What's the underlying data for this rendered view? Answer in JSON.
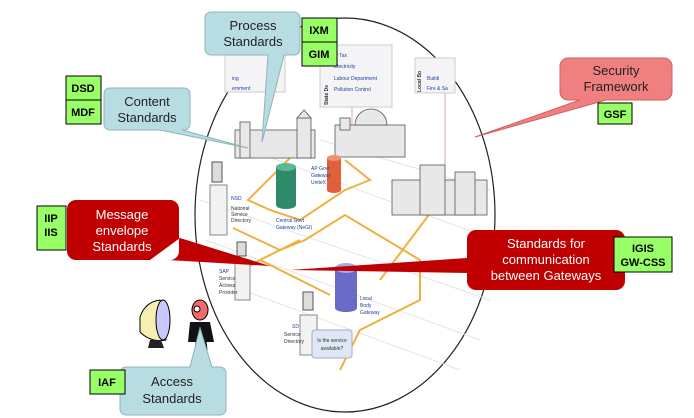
{
  "callouts": {
    "process": {
      "line1": "Process",
      "line2": "Standards",
      "tags": [
        "IXM",
        "GIM"
      ]
    },
    "content": {
      "line1": "Content",
      "line2": "Standards",
      "tags": [
        "DSD",
        "MDF"
      ]
    },
    "message": {
      "line1": "Message",
      "line2": "envelope",
      "line3": "Standards",
      "tags": [
        "IIP",
        "IIS"
      ]
    },
    "security": {
      "line1": "Security",
      "line2": "Framework",
      "tags": [
        "GSF"
      ]
    },
    "gateways": {
      "line1": "Standards for",
      "line2": "communication",
      "line3": "between Gateways",
      "tags": [
        "IGIS",
        "GW-CSS"
      ]
    },
    "access": {
      "line1": "Access",
      "line2": "Standards",
      "tags": [
        "IAF"
      ]
    }
  },
  "illustration": {
    "state_dept_header": "State De",
    "state_dept_items": [
      "ty Tax",
      "Electricity",
      "Labour Department",
      "Pollution Control"
    ],
    "local_body_header": "Local Bo",
    "local_body_items": [
      "Buildi",
      "Fire & Sa"
    ],
    "central_items": [
      "ing",
      "ernment"
    ],
    "nsd": {
      "code": "NSD",
      "label": [
        "National",
        "Service",
        "Directory"
      ]
    },
    "central_gateway": [
      "Central Govt",
      "Gateway (NeGI)"
    ],
    "ap_gateway": [
      "AP Govt",
      "Gateway",
      "UniteX"
    ],
    "sap": {
      "code": "SAP",
      "label": [
        "Service",
        "Access",
        "Provider"
      ]
    },
    "local_gateway": [
      "Local",
      "Body",
      "Gateway"
    ],
    "sd": {
      "code": "SD",
      "label": [
        "Service",
        "Directory"
      ]
    },
    "question": [
      "Is the service",
      "available?"
    ]
  },
  "colors": {
    "callout_blue": "#b7dde3",
    "callout_red": "#c00000",
    "callout_pink": "#f08080",
    "tag_green": "#99ff66",
    "network_line": "#f0b040"
  }
}
